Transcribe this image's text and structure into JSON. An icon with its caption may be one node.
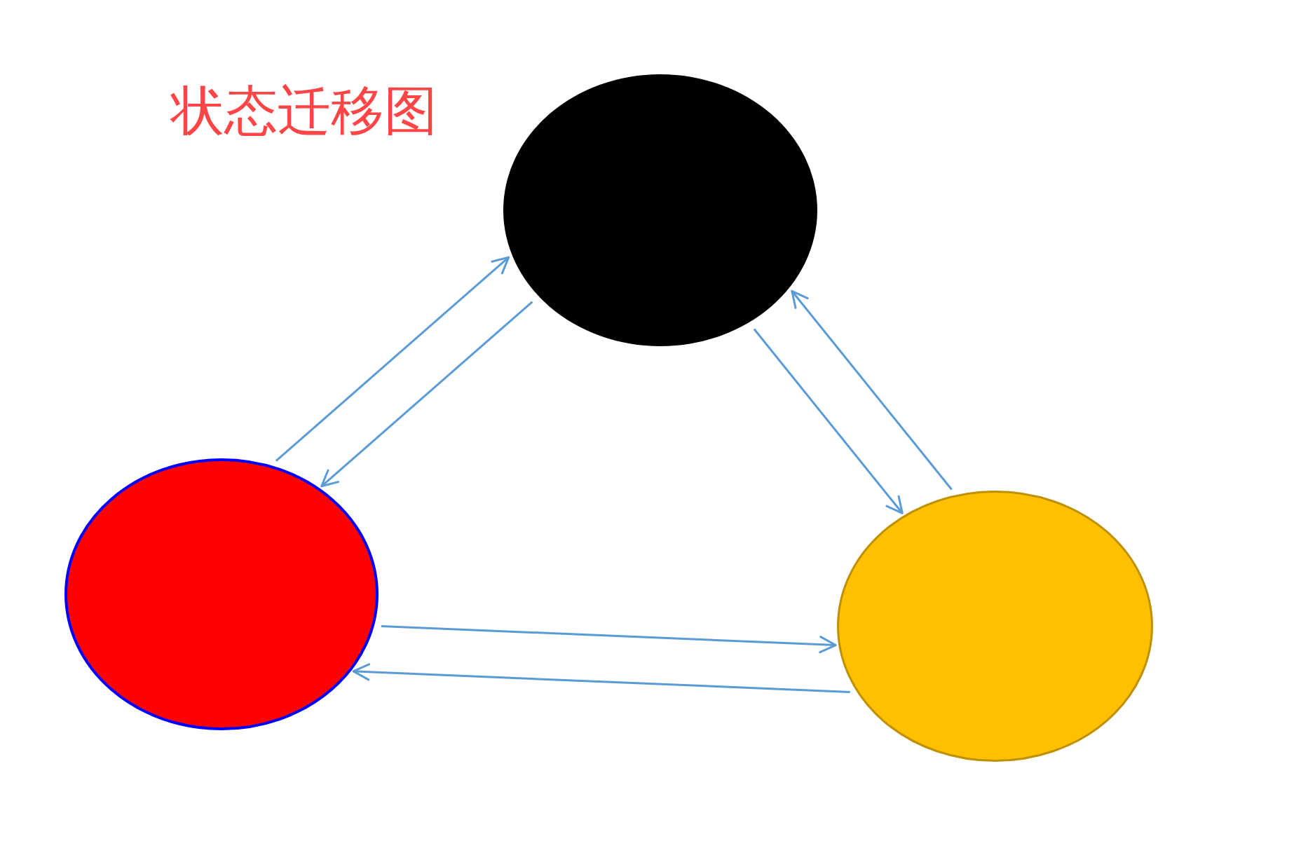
{
  "diagram": {
    "title": "状态迁移图",
    "nodes": [
      {
        "text": [],
        "shape": "ellipse"
      },
      {
        "text": [],
        "shape": "ellipse"
      },
      {
        "text": [],
        "shape": "ellipse"
      }
    ],
    "edges": [
      {
        "from": 0,
        "to": 1,
        "arrow": "to"
      },
      {
        "from": 1,
        "to": 0,
        "arrow": "to"
      },
      {
        "from": 1,
        "to": 2,
        "arrow": "to"
      },
      {
        "from": 2,
        "to": 1,
        "arrow": "to"
      },
      {
        "from": 0,
        "to": 2,
        "arrow": "to"
      },
      {
        "from": 2,
        "to": 0,
        "arrow": "to"
      }
    ]
  }
}
